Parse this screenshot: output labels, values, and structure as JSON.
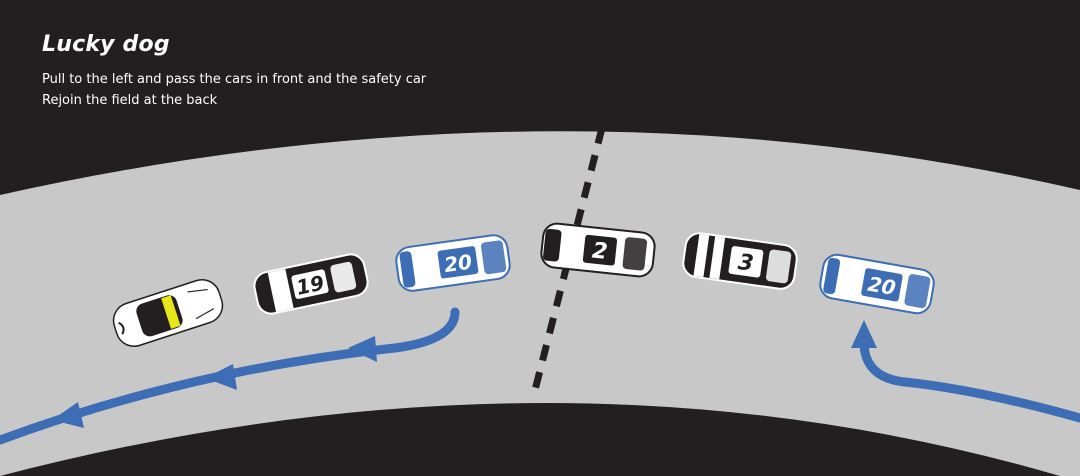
{
  "heading": {
    "title": "Lucky dog",
    "lines": [
      "Pull to the left and pass the cars in front and the safety car",
      "Rejoin the field at the back"
    ]
  },
  "cars": {
    "safety": {
      "number": "",
      "livery": "white-yellow"
    },
    "car19": {
      "number": "19",
      "livery": "black-white"
    },
    "car20_front": {
      "number": "20",
      "livery": "white-blue"
    },
    "car2": {
      "number": "2",
      "livery": "white-black"
    },
    "car3": {
      "number": "3",
      "livery": "black-white"
    },
    "car20_back": {
      "number": "20",
      "livery": "white-blue"
    }
  },
  "colors": {
    "background": "#231f20",
    "track": "#c8c8c8",
    "arrow": "#3d6db5",
    "stripe": "#231f20"
  }
}
